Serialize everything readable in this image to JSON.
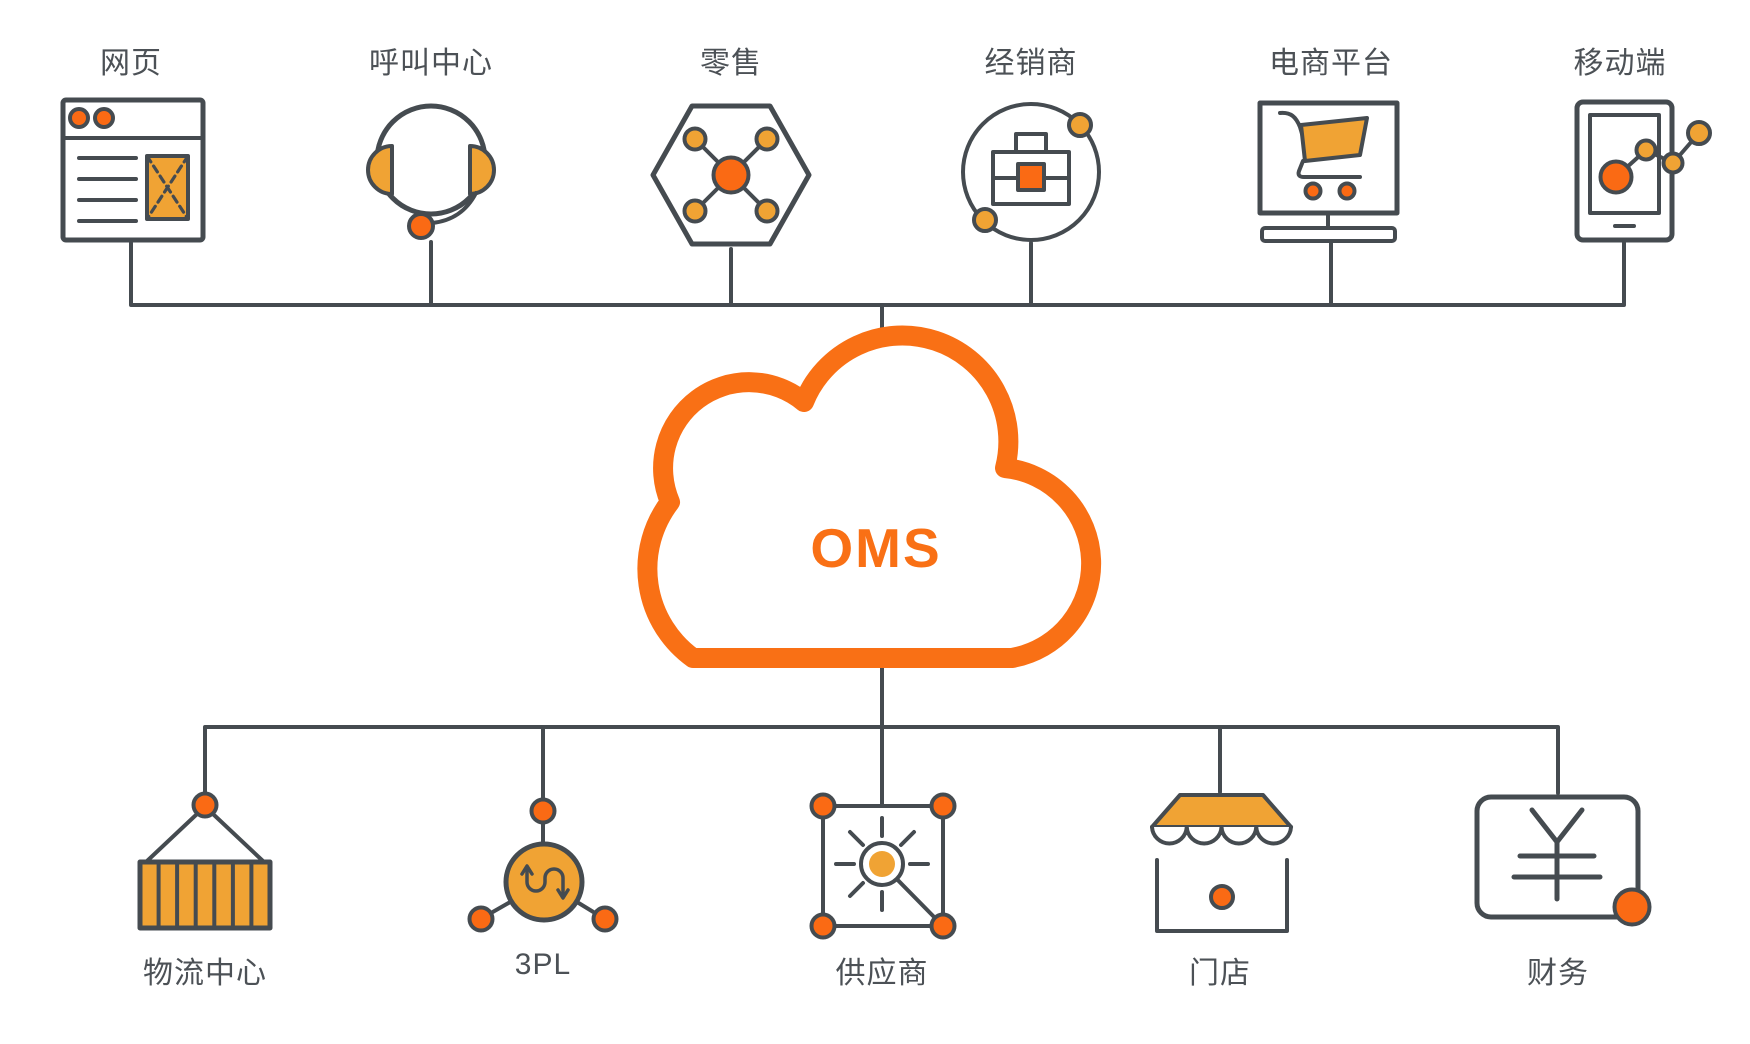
{
  "diagram": {
    "cloud": {
      "label": "OMS",
      "icon": "cloud-icon"
    },
    "top_nodes": [
      {
        "label": "网页",
        "icon": "browser-icon"
      },
      {
        "label": "呼叫中心",
        "icon": "headset-icon"
      },
      {
        "label": "零售",
        "icon": "hexagon-network-icon"
      },
      {
        "label": "经销商",
        "icon": "briefcase-orbit-icon"
      },
      {
        "label": "电商平台",
        "icon": "monitor-cart-icon"
      },
      {
        "label": "移动端",
        "icon": "mobile-chart-icon"
      }
    ],
    "bottom_nodes": [
      {
        "label": "物流中心",
        "icon": "container-crane-icon"
      },
      {
        "label": "3PL",
        "icon": "swap-network-icon"
      },
      {
        "label": "供应商",
        "icon": "supplier-grid-icon"
      },
      {
        "label": "门店",
        "icon": "storefront-icon"
      },
      {
        "label": "财务",
        "icon": "finance-currency-icon"
      }
    ],
    "colors": {
      "accent": "#F97015",
      "amber": "#F0A334",
      "node": "#FA6A14",
      "line": "#454B50",
      "label": "#4C5156",
      "bg": "#FFFFFF"
    }
  }
}
